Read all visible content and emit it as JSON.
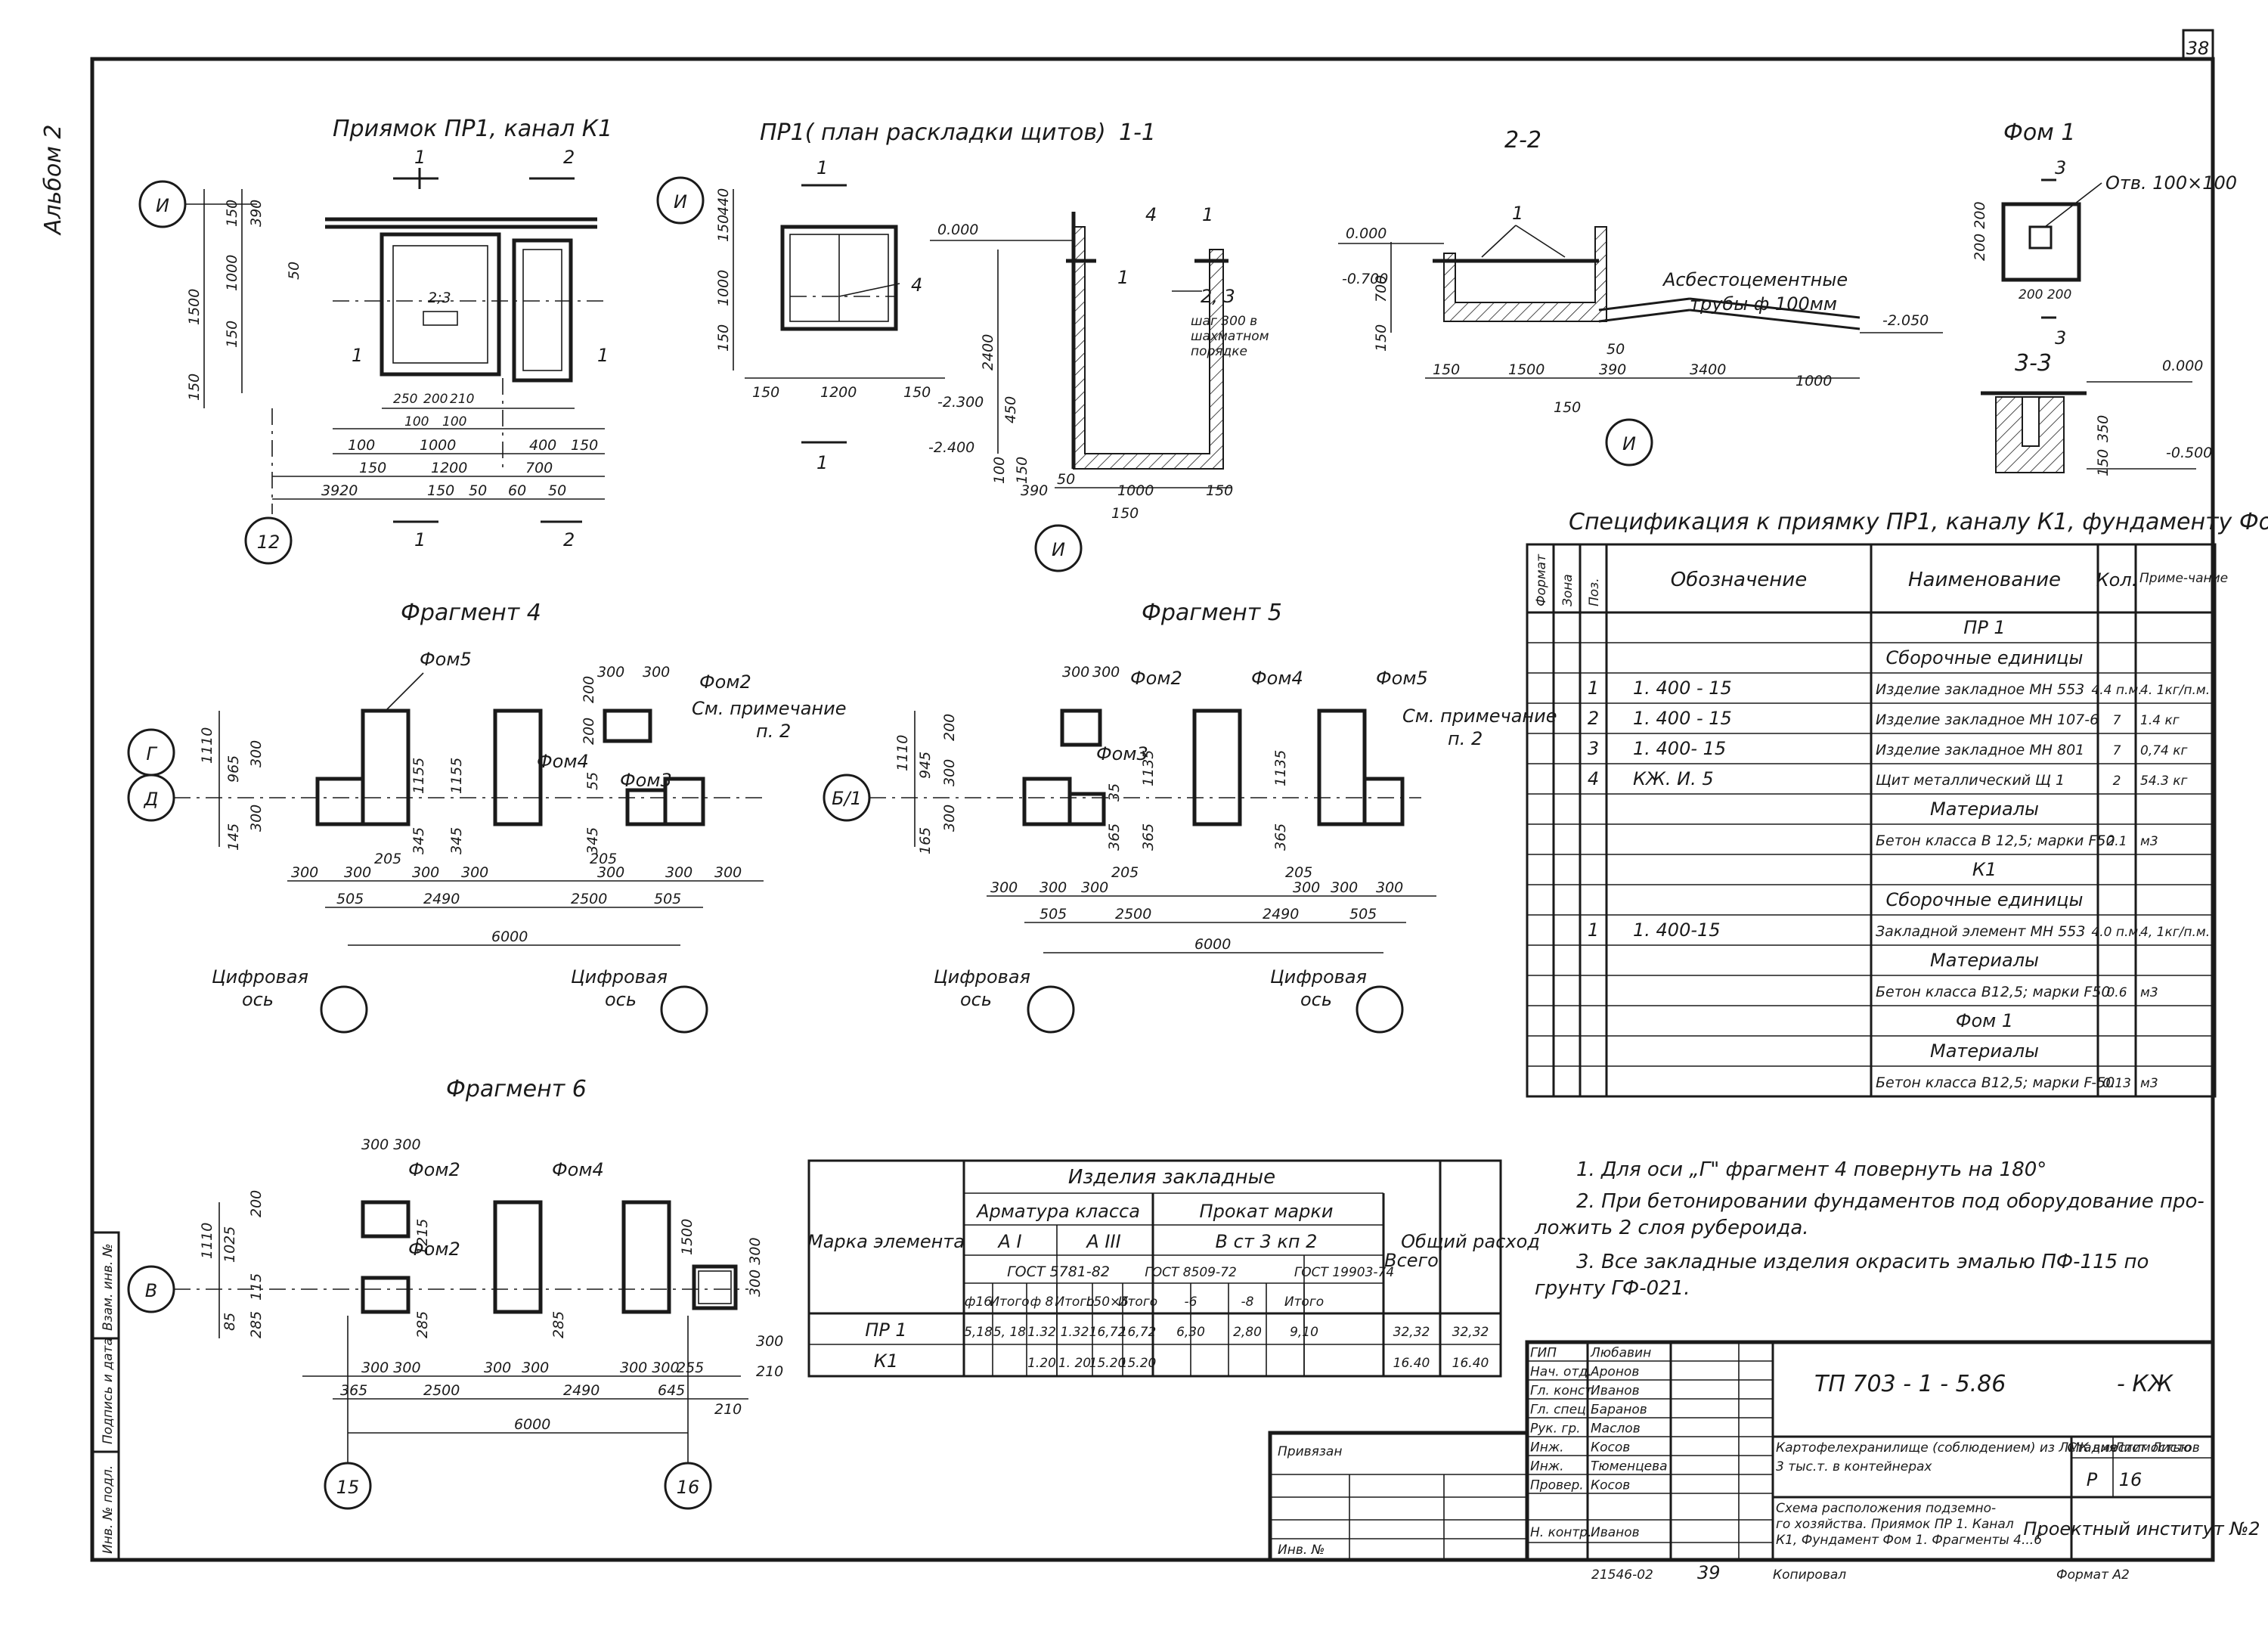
{
  "sheet": {
    "page_number": "38",
    "album": "Альбом 2",
    "footer_left": "21546-02",
    "footer_page": "39",
    "copied": "Копировал",
    "format": "Формат А2"
  },
  "side_stamp": {
    "inv_orig": "Инв. № подл.",
    "sign_date": "Подпись и дата",
    "replace_inv": "Взам. инв. №"
  },
  "views": {
    "pr1_title": "Приямок ПР1, канал К1",
    "pr1_plan_title": "ПР1( план раскладки щитов)",
    "sec11": "1-1",
    "sec22": "2-2",
    "fom1_title": "Фом 1",
    "sec33": "3-3",
    "frag4": "Фрагмент 4",
    "frag5": "Фрагмент 5",
    "frag6": "Фрагмент 6"
  },
  "labels": {
    "axis_i": "И",
    "axis_12": "12",
    "axis_g": "Г",
    "axis_d": "Д",
    "axis_b1": "Б/1",
    "axis_v": "В",
    "axis_15": "15",
    "axis_16": "16",
    "num1": "1",
    "num2": "2",
    "num3": "3",
    "num4": "4",
    "num23": "2;3",
    "num2_3": "2, 3",
    "step_note": [
      "шаг 300 в",
      "шахматном",
      "порядке"
    ],
    "asbest": [
      "Асбестоцементные",
      "трубы ф 100мм"
    ],
    "otv": "Отв. 100×100",
    "fom2": "Фом2",
    "fom3": "Фом3",
    "fom4": "Фом4",
    "fom5": "Фом5",
    "see_note": [
      "См. примечание",
      "п. 2"
    ],
    "digit_axis": [
      "Цифровая",
      "ось"
    ]
  },
  "dims": {
    "d000": "0.000",
    "d0700": "-0.700",
    "d2050": "-2.050",
    "d2300": "-2.300",
    "d2400n": "-2.400",
    "d0500": "-0.500",
    "d150": "150",
    "d390": "390",
    "d50": "50",
    "d1000": "1000",
    "d1500": "1500",
    "d100": "100",
    "d1200": "1200",
    "d3920": "3920",
    "d60": "60",
    "d700": "700",
    "d400": "400",
    "d250": "250",
    "d200": "200",
    "d210": "210",
    "d440": "440",
    "d2400": "2400",
    "d450": "450",
    "d3400": "3400",
    "d300": "300",
    "d1110": "1110",
    "d965": "965",
    "d145": "145",
    "d1155": "1155",
    "d345": "345",
    "d55": "55",
    "d205": "205",
    "d505": "505",
    "d2490": "2490",
    "d2500": "2500",
    "d6000": "6000",
    "d945": "945",
    "d165": "165",
    "d1135": "1135",
    "d35": "35",
    "d365": "365",
    "d1025": "1025",
    "d85": "85",
    "d115": "115",
    "d285": "285",
    "d1215": "1215",
    "d645": "645",
    "d255": "255",
    "d350": "350",
    "d200200": "200 200",
    "d300300": "300 300"
  },
  "spec": {
    "title": "Спецификация к приямку ПР1, каналу К1, фундаменту Фом 1",
    "headers": [
      "Формат",
      "Зона",
      "Поз.",
      "Обозначение",
      "Наименование",
      "Кол.",
      "Приме-чание"
    ],
    "rows": [
      {
        "f": "",
        "z": "",
        "p": "",
        "des": "",
        "name": "ПР 1",
        "q": "",
        "n": "",
        "center": true
      },
      {
        "f": "",
        "z": "",
        "p": "",
        "des": "",
        "name": "Сборочные единицы",
        "q": "",
        "n": "",
        "center": true
      },
      {
        "f": "",
        "z": "",
        "p": "1",
        "des": "1. 400 - 15",
        "name": "Изделие закладное МН 553",
        "q": "4.4 п.м.",
        "n": "4. 1кг/п.м."
      },
      {
        "f": "",
        "z": "",
        "p": "2",
        "des": "1. 400 - 15",
        "name": "Изделие закладное МН 107-6",
        "q": "7",
        "n": "1.4 кг"
      },
      {
        "f": "",
        "z": "",
        "p": "3",
        "des": "1. 400- 15",
        "name": "Изделие закладное МН 801",
        "q": "7",
        "n": "0,74 кг"
      },
      {
        "f": "",
        "z": "",
        "p": "4",
        "des": "КЖ. И. 5",
        "name": "Щит металлический Щ 1",
        "q": "2",
        "n": "54.3 кг"
      },
      {
        "f": "",
        "z": "",
        "p": "",
        "des": "",
        "name": "Материалы",
        "q": "",
        "n": "",
        "center": true
      },
      {
        "f": "",
        "z": "",
        "p": "",
        "des": "",
        "name": "Бетон класса В 12,5; марки F50",
        "q": "2.1",
        "n": "м3"
      },
      {
        "f": "",
        "z": "",
        "p": "",
        "des": "",
        "name": "К1",
        "q": "",
        "n": "",
        "center": true
      },
      {
        "f": "",
        "z": "",
        "p": "",
        "des": "",
        "name": "Сборочные единицы",
        "q": "",
        "n": "",
        "center": true
      },
      {
        "f": "",
        "z": "",
        "p": "1",
        "des": "1. 400-15",
        "name": "Закладной элемент МН 553",
        "q": "4.0 п.м.",
        "n": "4, 1кг/п.м."
      },
      {
        "f": "",
        "z": "",
        "p": "",
        "des": "",
        "name": "Материалы",
        "q": "",
        "n": "",
        "center": true
      },
      {
        "f": "",
        "z": "",
        "p": "",
        "des": "",
        "name": "Бетон класса В12,5; марки F50",
        "q": "0.6",
        "n": "м3"
      },
      {
        "f": "",
        "z": "",
        "p": "",
        "des": "",
        "name": "Фом 1",
        "q": "",
        "n": "",
        "center": true
      },
      {
        "f": "",
        "z": "",
        "p": "",
        "des": "",
        "name": "Материалы",
        "q": "",
        "n": "",
        "center": true
      },
      {
        "f": "",
        "z": "",
        "p": "",
        "des": "",
        "name": "Бетон класса В12,5; марки F-50",
        "q": "0.13",
        "n": "м3"
      }
    ]
  },
  "embed_table": {
    "h_main": "Изделия закладные",
    "h_mark": "Марка элемента",
    "h_arm": "Арматура класса",
    "h_prokat": "Прокат марки",
    "h_ai": "А I",
    "h_aiii": "А III",
    "h_vst": "В ст 3 кп 2",
    "h_gost1": "ГОСТ 5781-82",
    "h_gost2": "ГОСТ 8509-72",
    "h_gost3": "ГОСТ 19903-74",
    "h_total": "Всего",
    "h_overall": "Общий расход",
    "sub": [
      "ф16",
      "Итого",
      "ф 8",
      "Итого",
      "L50×5",
      "Итого",
      "-6",
      "-8",
      "Итого"
    ],
    "rows": [
      {
        "mark": "ПР 1",
        "v": [
          "5,18",
          "5, 18",
          "1.32",
          "1.32",
          "16,72",
          "16,72",
          "6,30",
          "2,80",
          "9,10"
        ],
        "total": "32,32",
        "overall": "32,32"
      },
      {
        "mark": "К1",
        "v": [
          "",
          "",
          "1.20",
          "1. 20",
          "15.20",
          "15.20",
          "",
          "",
          ""
        ],
        "total": "16.40",
        "overall": "16.40"
      }
    ]
  },
  "notes": [
    "1. Для оси „Г\" фрагмент 4 повернуть на 180°",
    "2. При бетонировании фундаментов под оборудование про-",
    "ложить 2 слоя рубероида.",
    "3. Все закладные изделия окрасить эмалью ПФ-115 по",
    "грунту ГФ-021."
  ],
  "stamp": {
    "code": "ТП 703 - 1 - 5.86",
    "suffix": "- КЖ",
    "roles": [
      "ГИП",
      "Нач. отд.",
      "Гл. конст",
      "Гл. спец.",
      "Рук. гр.",
      "Инж.",
      "Инж.",
      "Провер.",
      "",
      "Н. контр."
    ],
    "names": [
      "Любавин",
      "Аронов",
      "Иванов",
      "Баранов",
      "Маслов",
      "Косов",
      "Тюменцева",
      "Косов",
      "",
      "Иванов"
    ],
    "object": [
      "Картофелехранилище (соблюдением) из ЛМК вместимостью",
      "3 тыс.т. в контейнерах"
    ],
    "sheet_desc": [
      "Схема расположения подземно-",
      "го хозяйства. Приямок ПР 1. Канал",
      "К1, Фундамент Фом 1. Фрагменты 4...6"
    ],
    "h_stage": "Стадия",
    "h_sheet": "Лист",
    "h_sheets": "Листов",
    "stage": "Р",
    "sheet_no": "16",
    "institute": "Проектный институт №2",
    "bound": "Привязан",
    "inv": "Инв. №"
  }
}
